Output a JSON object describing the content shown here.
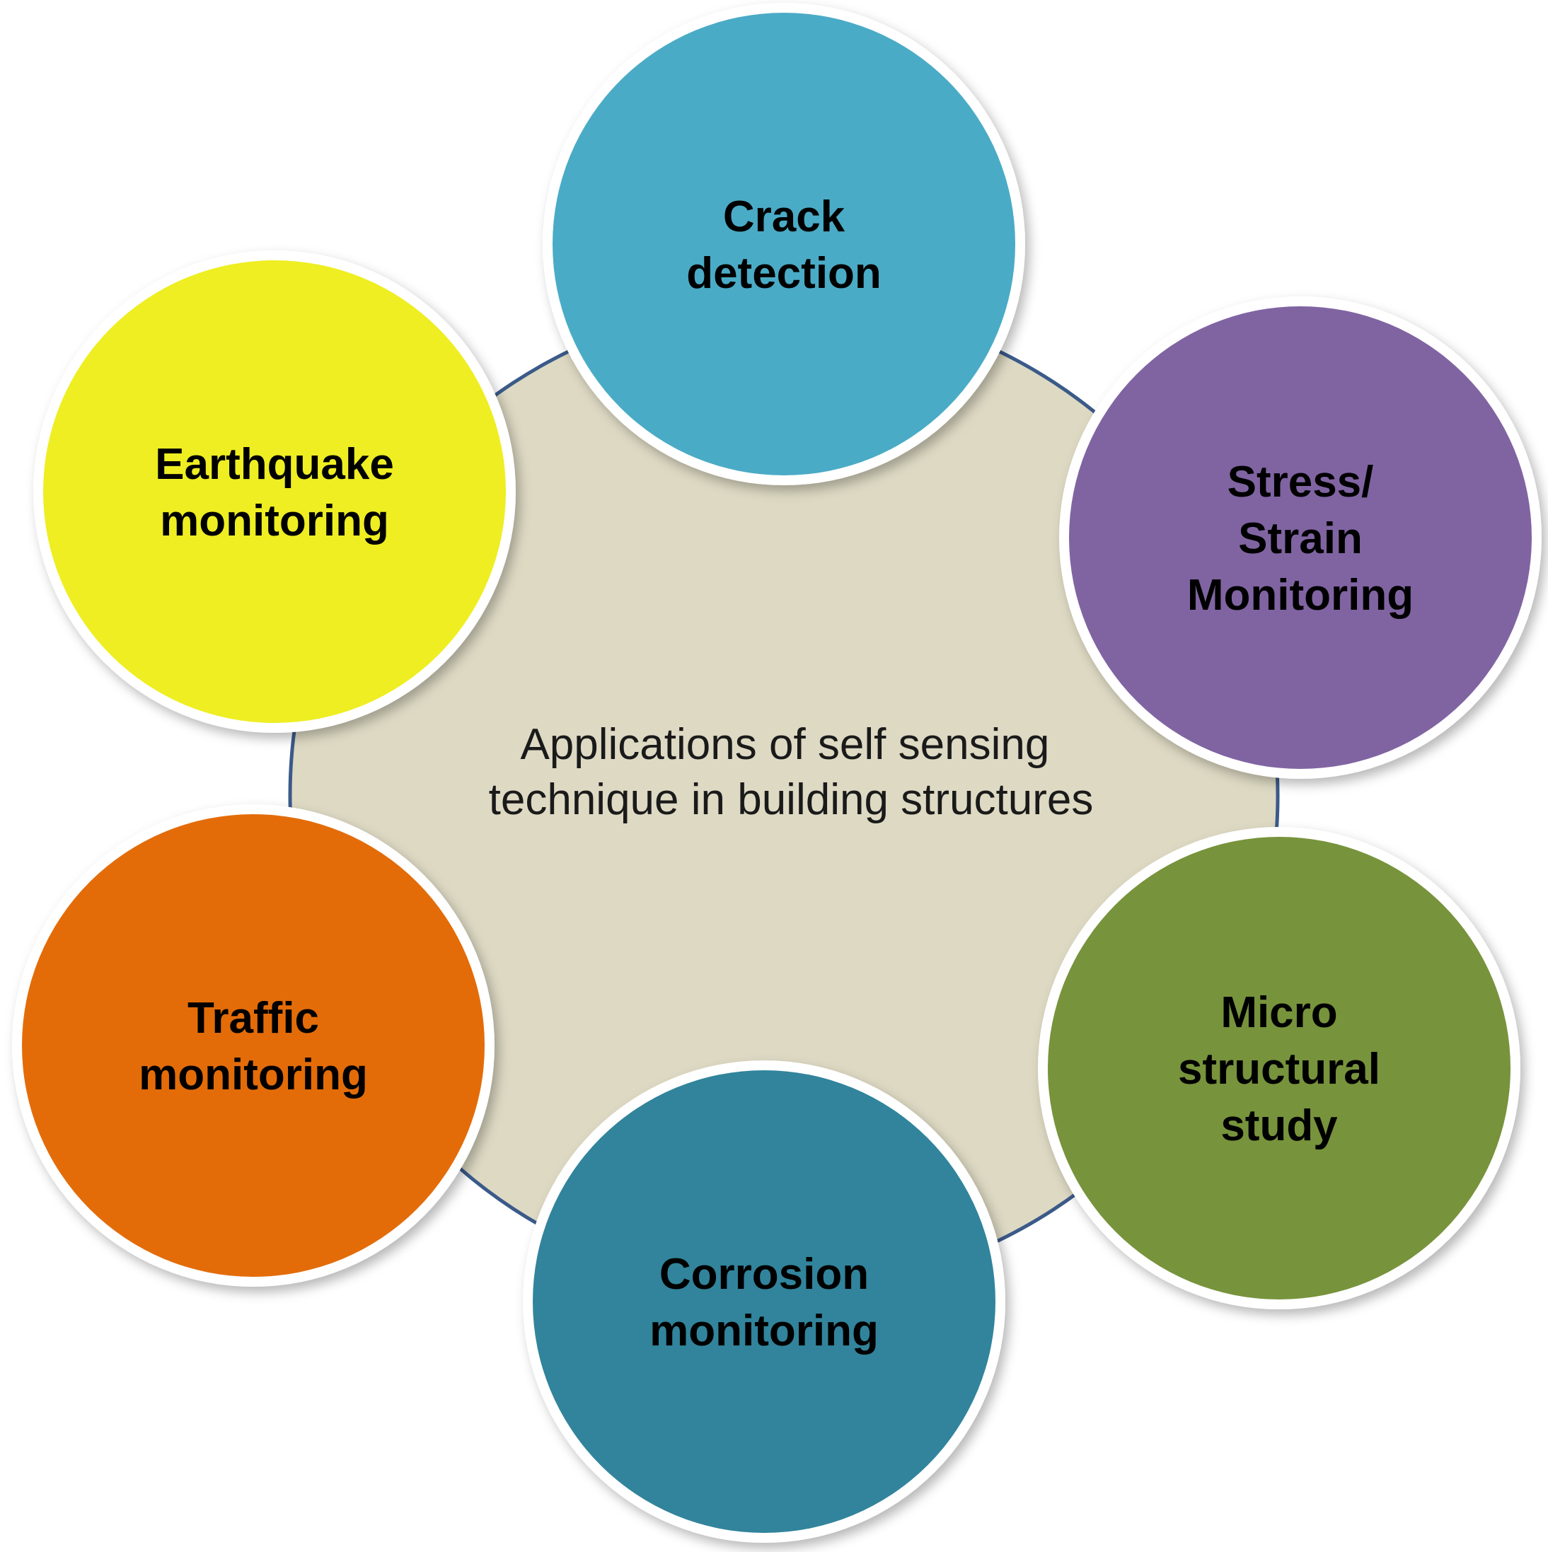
{
  "center": {
    "lines": [
      "Applications of self sensing",
      "technique in building structures"
    ],
    "fill": "#ddd9c3",
    "stroke": "#3b5a8a"
  },
  "nodes": [
    {
      "id": "crack-detection",
      "lines": [
        "Crack",
        "detection"
      ],
      "color": "#4aabc6"
    },
    {
      "id": "stress-strain-monitoring",
      "lines": [
        "Stress/",
        "Strain",
        "Monitoring"
      ],
      "color": "#8064a2"
    },
    {
      "id": "micro-structural-study",
      "lines": [
        "Micro",
        "structural",
        "study"
      ],
      "color": "#77933c"
    },
    {
      "id": "corrosion-monitoring",
      "lines": [
        "Corrosion",
        "monitoring"
      ],
      "color": "#31849b"
    },
    {
      "id": "traffic-monitoring",
      "lines": [
        "Traffic",
        "monitoring"
      ],
      "color": "#e36c09"
    },
    {
      "id": "earthquake-monitoring",
      "lines": [
        "Earthquake",
        "monitoring"
      ],
      "color": "#eeee22"
    }
  ]
}
